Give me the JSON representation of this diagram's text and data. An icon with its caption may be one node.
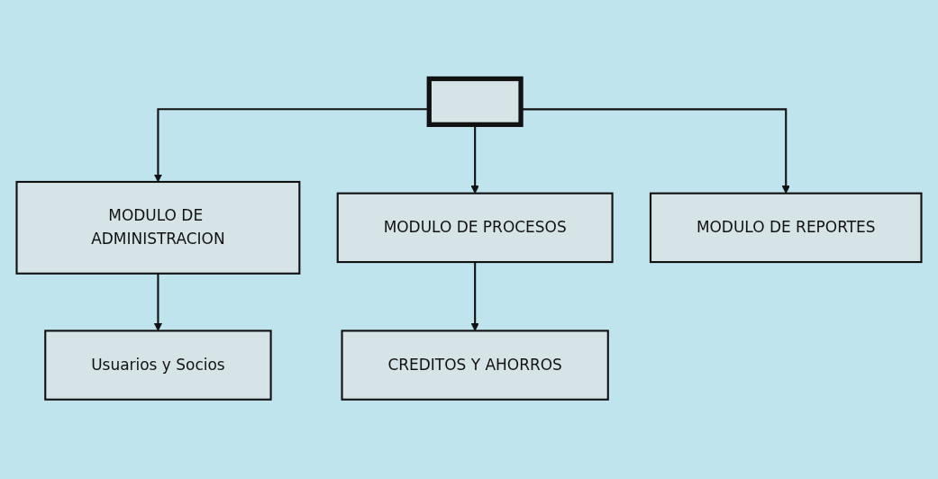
{
  "diagram": {
    "nodes": [
      {
        "text": [],
        "shape": "box"
      },
      {
        "text": [
          "MODULO DE ADMINISTRACION"
        ]
      },
      {
        "text": [
          "MODULO DE PROCESOS"
        ]
      },
      {
        "text": [
          "MODULO DE REPORTES"
        ]
      },
      {
        "text": [
          "Usuarios y Socios"
        ]
      },
      {
        "text": [
          "CREDITOS Y AHORROS"
        ]
      }
    ],
    "edges": [
      {
        "from": 0,
        "to": 1,
        "arrow": "to"
      },
      {
        "from": 0,
        "to": 2,
        "arrow": "to"
      },
      {
        "from": 0,
        "to": 3,
        "arrow": "to"
      },
      {
        "from": 1,
        "to": 4,
        "arrow": "to"
      },
      {
        "from": 2,
        "to": 5,
        "arrow": "to"
      }
    ]
  }
}
